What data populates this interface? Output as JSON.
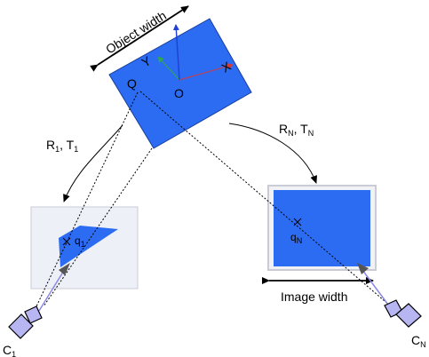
{
  "labels": {
    "object_width": "Object width",
    "origin": "O",
    "axis_y": "Y",
    "axis_x": "X",
    "point_Q": "Q",
    "rt_left_main": "R",
    "rt_left_sub1": "1",
    "rt_left_sep": ", T",
    "rt_left_sub2": "1",
    "rt_right_main": "R",
    "rt_right_sub1": "N",
    "rt_right_sep": ", T",
    "rt_right_sub2": "N",
    "q1_main": "q",
    "q1_sub": "1",
    "qN_main": "q",
    "qN_sub": "N",
    "image_width": "Image width",
    "c1_main": "C",
    "c1_sub": "1",
    "cN_main": "C",
    "cN_sub": "N"
  },
  "colors": {
    "object_fill": "#2b6cf2",
    "image_frame": "#eef0f8",
    "image_frame_border": "#c9ccd6",
    "camera_fill": "#b7b5f2",
    "axis_x": "#d33a3a",
    "axis_y": "#2fa84f",
    "axis_z": "#1f3fd6",
    "ray": "#8a8ae6"
  }
}
